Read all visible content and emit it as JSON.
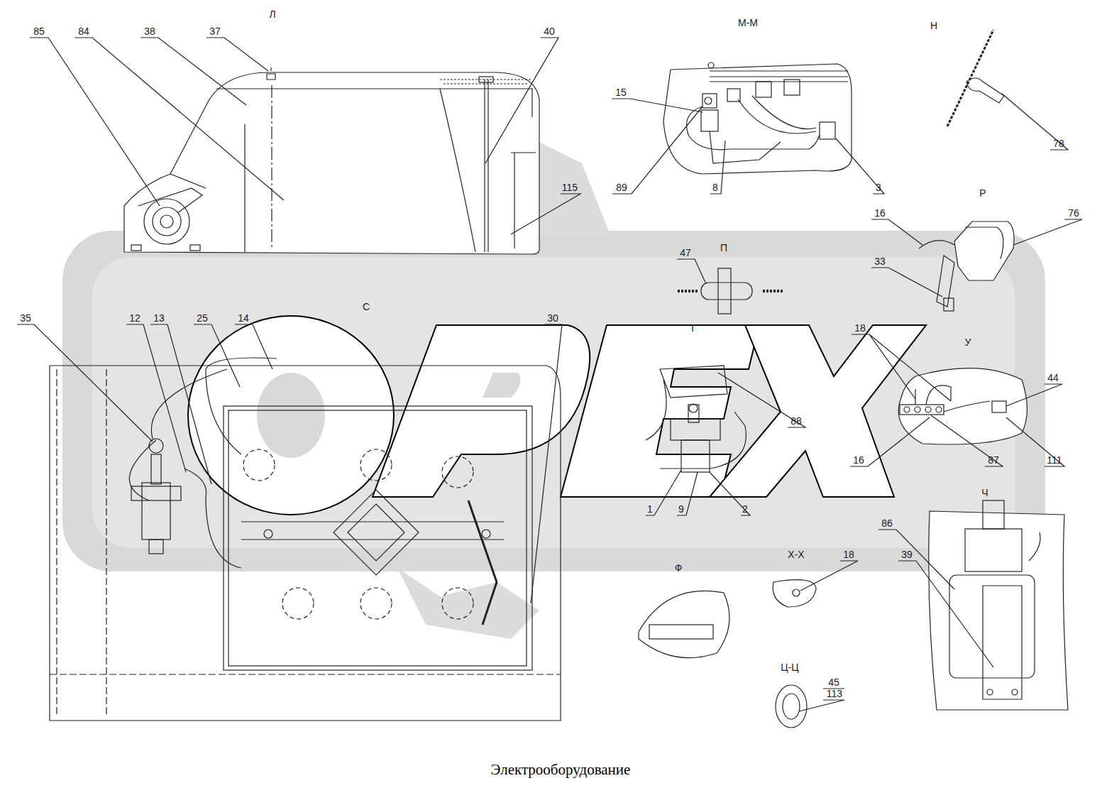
{
  "diagram": {
    "caption": "Электрооборудование",
    "labels": [
      "Л",
      "М-М",
      "Н",
      "85",
      "84",
      "38",
      "37",
      "40",
      "15",
      "78",
      "89",
      "8",
      "3",
      "115",
      "Р",
      "16",
      "76",
      "П",
      "47",
      "33",
      "С",
      "35",
      "12",
      "13",
      "25",
      "14",
      "30",
      "Т",
      "18",
      "У",
      "44",
      "88",
      "16",
      "87",
      "111",
      "1",
      "9",
      "2",
      "Ч",
      "86",
      "Х-Х",
      "18",
      "39",
      "Ф",
      "Ц-Ц",
      "45",
      "113"
    ]
  }
}
